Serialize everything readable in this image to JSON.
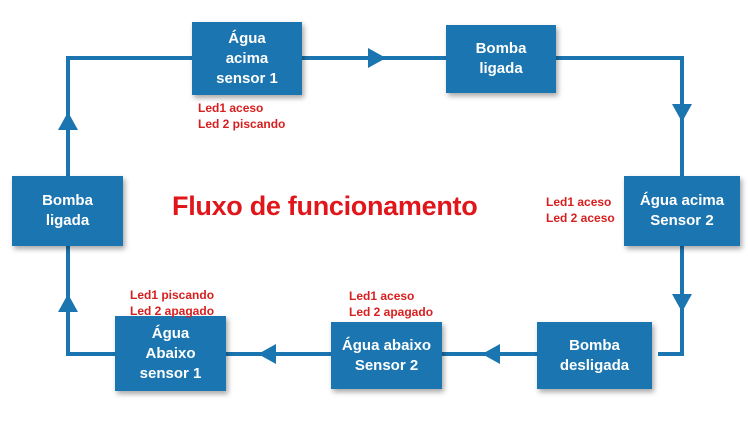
{
  "title": "Fluxo de funcionamento",
  "colors": {
    "box": "#1b75b0",
    "line": "#1b75b0",
    "title": "#e0161a",
    "note": "#d81e1e"
  },
  "states": {
    "agua_acima_sensor1": "Água\nacima\nsensor 1",
    "bomba_ligada_top": "Bomba\nligada",
    "agua_acima_sensor2": "Água acima\nSensor 2",
    "bomba_desligada": "Bomba\ndesligada",
    "agua_abaixo_sensor2": "Água abaixo\nSensor 2",
    "agua_abaixo_sensor1": "Água\nAbaixo\nsensor 1",
    "bomba_ligada_left": "Bomba\nligada"
  },
  "notes": {
    "sensor1_acima": "Led1 aceso\nLed 2 piscando",
    "sensor2_acima": "Led1 aceso\nLed 2 aceso",
    "sensor2_abaixo": "Led1 aceso\nLed 2 apagado",
    "sensor1_abaixo": "Led1 piscando\nLed 2 apagado"
  }
}
